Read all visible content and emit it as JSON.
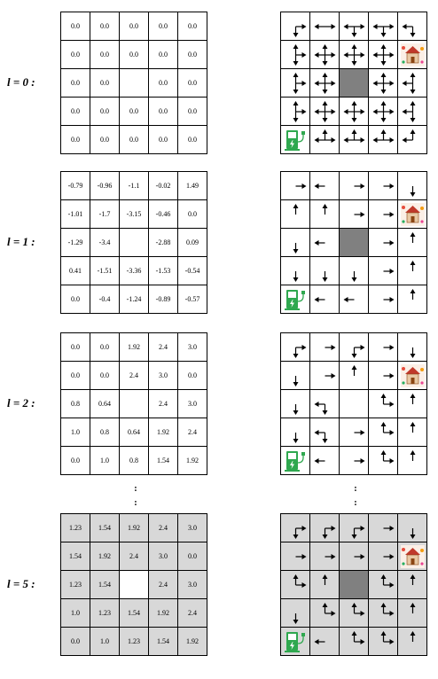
{
  "rows": [
    {
      "label": "l = 0 :",
      "shaded": false,
      "values": [
        [
          "0.0",
          "0.0",
          "0.0",
          "0.0",
          "0.0"
        ],
        [
          "0.0",
          "0.0",
          "0.0",
          "0.0",
          "0.0"
        ],
        [
          "0.0",
          "0.0",
          "",
          "0.0",
          "0.0"
        ],
        [
          "0.0",
          "0.0",
          "0.0",
          "0.0",
          "0.0"
        ],
        [
          "0.0",
          "0.0",
          "0.0",
          "0.0",
          "0.0"
        ]
      ],
      "policy": [
        [
          [
            "D",
            "R"
          ],
          [
            "L",
            "R"
          ],
          [
            "L",
            "R",
            "D"
          ],
          [
            "L",
            "R",
            "D"
          ],
          [
            "L",
            "D"
          ]
        ],
        [
          [
            "U",
            "D",
            "R"
          ],
          [
            "L",
            "R",
            "U",
            "D"
          ],
          [
            "L",
            "R",
            "U",
            "D"
          ],
          [
            "L",
            "R",
            "U",
            "D"
          ],
          [
            "G"
          ]
        ],
        [
          [
            "U",
            "D",
            "R"
          ],
          [
            "L",
            "R",
            "U",
            "D"
          ],
          [
            "X"
          ],
          [
            "L",
            "R",
            "U",
            "D"
          ],
          [
            "U",
            "D",
            "L"
          ]
        ],
        [
          [
            "U",
            "D",
            "R"
          ],
          [
            "L",
            "R",
            "U",
            "D"
          ],
          [
            "L",
            "R",
            "U",
            "D"
          ],
          [
            "L",
            "R",
            "U",
            "D"
          ],
          [
            "U",
            "D",
            "L"
          ]
        ],
        [
          [
            "C"
          ],
          [
            "L",
            "R",
            "U"
          ],
          [
            "L",
            "R",
            "U"
          ],
          [
            "L",
            "R",
            "U"
          ],
          [
            "L",
            "U"
          ]
        ]
      ]
    },
    {
      "label": "l = 1 :",
      "shaded": false,
      "values": [
        [
          "-0.79",
          "-0.96",
          "-1.1",
          "-0.02",
          "1.49"
        ],
        [
          "-1.01",
          "-1.7",
          "-3.15",
          "-0.46",
          "0.0"
        ],
        [
          "-1.29",
          "-3.4",
          "",
          "-2.88",
          "0.09"
        ],
        [
          "0.41",
          "-1.51",
          "-3.36",
          "-1.53",
          "-0.54"
        ],
        [
          "0.0",
          "-0.4",
          "-1.24",
          "-0.89",
          "-0.57"
        ]
      ],
      "policy": [
        [
          [
            "R"
          ],
          [
            "L"
          ],
          [
            "R"
          ],
          [
            "R"
          ],
          [
            "D"
          ]
        ],
        [
          [
            "U"
          ],
          [
            "U"
          ],
          [
            "R"
          ],
          [
            "R"
          ],
          [
            "G"
          ]
        ],
        [
          [
            "D"
          ],
          [
            "L"
          ],
          [
            "X"
          ],
          [
            "R"
          ],
          [
            "U"
          ]
        ],
        [
          [
            "D"
          ],
          [
            "D"
          ],
          [
            "D"
          ],
          [
            "R"
          ],
          [
            "U"
          ]
        ],
        [
          [
            "C"
          ],
          [
            "L"
          ],
          [
            "L"
          ],
          [
            "R"
          ],
          [
            "U"
          ]
        ]
      ]
    },
    {
      "label": "l = 2 :",
      "shaded": false,
      "values": [
        [
          "0.0",
          "0.0",
          "1.92",
          "2.4",
          "3.0"
        ],
        [
          "0.0",
          "0.0",
          "2.4",
          "3.0",
          "0.0"
        ],
        [
          "0.8",
          "0.64",
          "",
          "2.4",
          "3.0"
        ],
        [
          "1.0",
          "0.8",
          "0.64",
          "1.92",
          "2.4"
        ],
        [
          "0.0",
          "1.0",
          "0.8",
          "1.54",
          "1.92"
        ]
      ],
      "policy": [
        [
          [
            "D",
            "R"
          ],
          [
            "R"
          ],
          [
            "D",
            "R"
          ],
          [
            "R"
          ],
          [
            "D"
          ]
        ],
        [
          [
            "D"
          ],
          [
            "R"
          ],
          [
            "U"
          ],
          [
            "R"
          ],
          [
            "G"
          ]
        ],
        [
          [
            "D"
          ],
          [
            "D",
            "L"
          ],
          [
            "N"
          ],
          [
            "U",
            "R"
          ],
          [
            "U"
          ]
        ],
        [
          [
            "D"
          ],
          [
            "D",
            "L"
          ],
          [
            "R"
          ],
          [
            "U",
            "R"
          ],
          [
            "U"
          ]
        ],
        [
          [
            "C"
          ],
          [
            "L"
          ],
          [
            "R"
          ],
          [
            "U",
            "R"
          ],
          [
            "U"
          ]
        ]
      ]
    },
    {
      "label": "l = 5 :",
      "shaded": true,
      "values": [
        [
          "1.23",
          "1.54",
          "1.92",
          "2.4",
          "3.0"
        ],
        [
          "1.54",
          "1.92",
          "2.4",
          "3.0",
          "0.0"
        ],
        [
          "1.23",
          "1.54",
          "",
          "2.4",
          "3.0"
        ],
        [
          "1.0",
          "1.23",
          "1.54",
          "1.92",
          "2.4"
        ],
        [
          "0.0",
          "1.0",
          "1.23",
          "1.54",
          "1.92"
        ]
      ],
      "policy": [
        [
          [
            "D",
            "R"
          ],
          [
            "D",
            "R"
          ],
          [
            "D",
            "R"
          ],
          [
            "R"
          ],
          [
            "D"
          ]
        ],
        [
          [
            "R"
          ],
          [
            "R"
          ],
          [
            "R"
          ],
          [
            "R"
          ],
          [
            "G"
          ]
        ],
        [
          [
            "U",
            "R"
          ],
          [
            "U"
          ],
          [
            "X"
          ],
          [
            "U",
            "R"
          ],
          [
            "U"
          ]
        ],
        [
          [
            "D"
          ],
          [
            "U",
            "R"
          ],
          [
            "U",
            "R"
          ],
          [
            "U",
            "R"
          ],
          [
            "U"
          ]
        ],
        [
          [
            "C"
          ],
          [
            "L"
          ],
          [
            "U",
            "R"
          ],
          [
            "U",
            "R"
          ],
          [
            "U"
          ]
        ]
      ]
    }
  ],
  "dots_text": ":",
  "icons": {
    "goal": "house-icon",
    "start": "charging-station-icon"
  },
  "colors": {
    "obstacle": "#808080",
    "shaded_cell": "#d8d8d8",
    "charger": "#2fa84f"
  }
}
